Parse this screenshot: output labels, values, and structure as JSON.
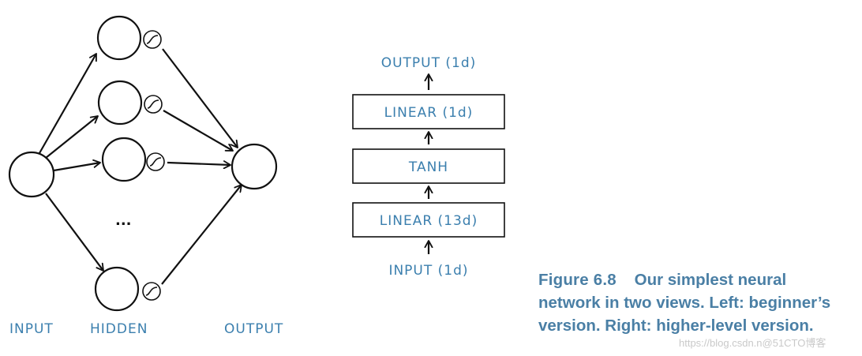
{
  "left_view": {
    "labels": {
      "input": "INPUT",
      "hidden": "HIDDEN",
      "output": "OUTPUT"
    },
    "ellipsis": "..."
  },
  "right_view": {
    "top_label": "OUTPUT (1d)",
    "boxes": [
      "LINEAR (1d)",
      "TANH",
      "LINEAR (13d)"
    ],
    "bottom_label": "INPUT (1d)"
  },
  "caption": {
    "figure": "Figure 6.8",
    "line1": "Our simplest neural",
    "line2": "network in two views. Left: beginner’s",
    "line3": "version. Right: higher-level version."
  },
  "watermark": "https://blog.csdn.n@51CTO博客",
  "colors": {
    "label": "#3b7fae",
    "stroke": "#111111",
    "caption": "#4a7fa5"
  }
}
